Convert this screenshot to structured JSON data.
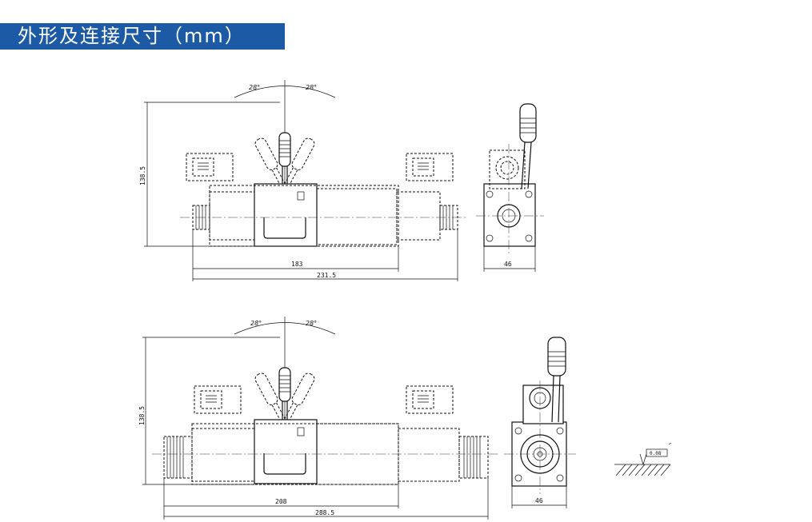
{
  "header": {
    "title": "外形及连接尺寸（mm）",
    "bar_color": "#1c5aa6"
  },
  "drawing1": {
    "angle_left": "28°",
    "angle_right": "28°",
    "height": "138.5",
    "width_inner": "183",
    "width_total": "231.5",
    "side_width": "46"
  },
  "drawing2": {
    "angle_left": "28°",
    "angle_right": "28°",
    "height": "138.5",
    "width_inner": "208",
    "width_total": "288.5",
    "side_width": "46"
  },
  "surface": {
    "roughness_label": "0.08"
  }
}
